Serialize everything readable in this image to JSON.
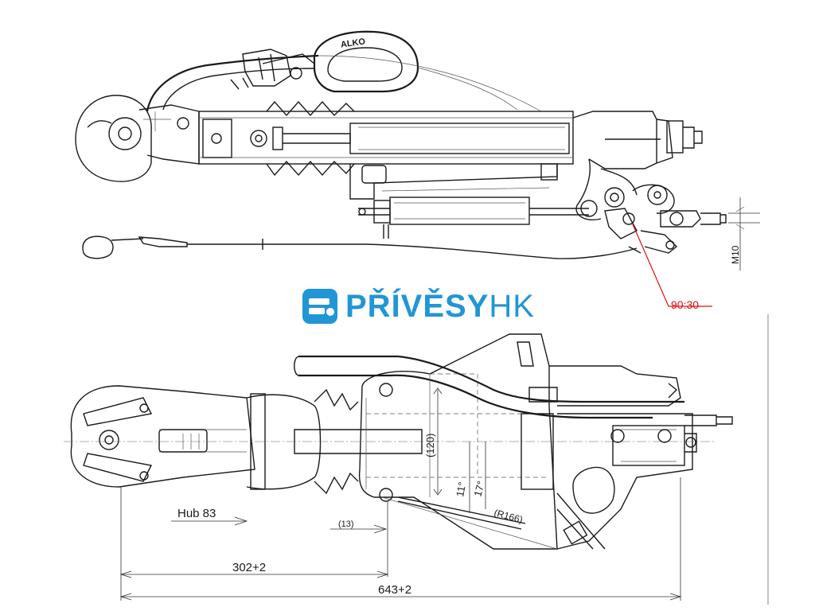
{
  "drawing": {
    "brand_marking": "ALKO",
    "thread_label": "M10",
    "angle_callout": "90:30",
    "stroke_label": "Hub 83",
    "dimension_302": "302+2",
    "dimension_643": "643+2",
    "dimension_13": "(13)",
    "dimension_120": "(120)",
    "angle_11": "11°",
    "angle_17": "17°",
    "radius_166": "(R166)"
  },
  "logo": {
    "name_main": "PŘÍVĚSY",
    "name_suffix": "HK",
    "color": "#2196d6"
  }
}
